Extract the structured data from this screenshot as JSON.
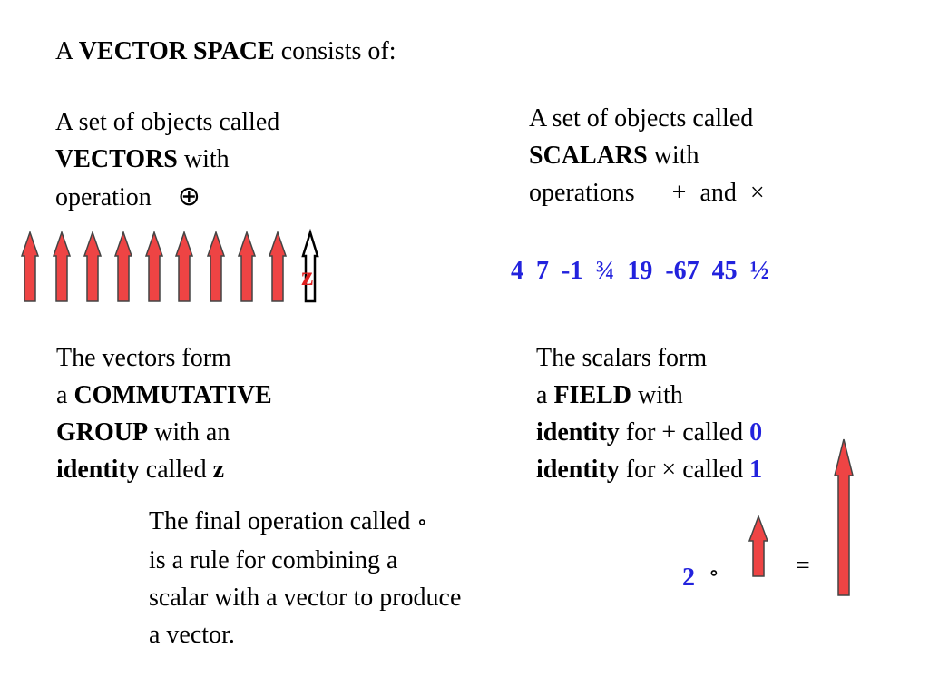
{
  "title": {
    "prefix": "A",
    "bold": "VECTOR SPACE",
    "suffix": "consists of:"
  },
  "vectors_box": {
    "line1": "A set of objects called",
    "bold": "VECTORS",
    "line2_suffix": "with",
    "line3": "operation",
    "operation_symbol": "⊕",
    "zero_label": "z"
  },
  "scalars_box": {
    "line1": "A set of objects called",
    "bold": "SCALARS",
    "line2_suffix": "with",
    "line3": "operations",
    "plus": "+",
    "and": "and",
    "times": "×",
    "examples": [
      "4",
      "7",
      "-1",
      "¾",
      "19",
      "-67",
      "45",
      "½"
    ]
  },
  "group_text": {
    "line1": "The vectors form",
    "line2_prefix": "a",
    "line2_bold": "COMMUTATIVE",
    "line3_bold": "GROUP",
    "line3_suffix": "with an",
    "line4_bold": "identity",
    "line4_suffix": "called",
    "line4_var": "z"
  },
  "field_text": {
    "line1": "The scalars form",
    "line2_prefix": "a",
    "line2_bold": "FIELD",
    "line2_suffix": "with",
    "line3_bold": "identity",
    "line3_mid": "for + called",
    "line3_val": "0",
    "line4_bold": "identity",
    "line4_mid": "for × called",
    "line4_val": "1"
  },
  "final_text": {
    "line1": "The final operation called",
    "symbol": "∘",
    "line2": "is a rule for combining a",
    "line3": "scalar with a vector to produce",
    "line4": "a vector."
  },
  "example": {
    "scalar": "2",
    "op": "∘",
    "equals": "="
  },
  "colors": {
    "arrow_fill": "#ee4444",
    "arrow_stroke": "#444444",
    "blue": "#2222dd",
    "red": "#e02020"
  }
}
